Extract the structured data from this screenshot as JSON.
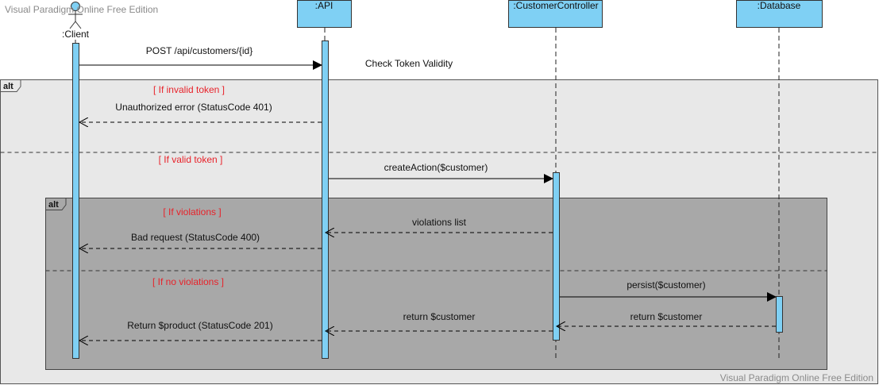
{
  "watermark_top": "Visual Paradigm Online Free Edition",
  "watermark_bottom": "Visual Paradigm Online Free Edition",
  "lifelines": [
    {
      "id": "client",
      "label": ":Client",
      "actor": true
    },
    {
      "id": "api",
      "label": ":API",
      "actor": false
    },
    {
      "id": "controller",
      "label": ":CustomerController",
      "actor": false
    },
    {
      "id": "database",
      "label": ":Database",
      "actor": false
    }
  ],
  "outer_frame": {
    "tag": "alt",
    "guards": [
      "[ If invalid token ]",
      "[ If valid token ]"
    ]
  },
  "inner_frame": {
    "tag": "alt",
    "guards": [
      "[ If violations ]",
      "[ If no violations ]"
    ]
  },
  "messages": [
    {
      "id": "post-request",
      "text": "POST /api/customers/{id}",
      "kind": "sync"
    },
    {
      "id": "check-token",
      "text": "Check Token Validity",
      "kind": "note"
    },
    {
      "id": "unauthorized",
      "text": "Unauthorized error (StatusCode 401)",
      "kind": "return"
    },
    {
      "id": "create-action",
      "text": "createAction($customer)",
      "kind": "sync"
    },
    {
      "id": "violations-list",
      "text": "violations list",
      "kind": "return"
    },
    {
      "id": "bad-request",
      "text": "Bad request (StatusCode 400)",
      "kind": "return"
    },
    {
      "id": "persist",
      "text": "persist($customer)",
      "kind": "sync"
    },
    {
      "id": "return-customer-db",
      "text": "return $customer",
      "kind": "return"
    },
    {
      "id": "return-customer-ctrl",
      "text": "return $customer",
      "kind": "return"
    },
    {
      "id": "return-product",
      "text": "Return $product (StatusCode 201)",
      "kind": "return"
    }
  ],
  "colors": {
    "lifeline_box": "#7fd0f4",
    "outer_frame_fill": "#e8e8e8",
    "inner_frame_fill": "#a8a8a8",
    "guard_text": "#e8222a",
    "watermark": "#8a8a8a"
  }
}
